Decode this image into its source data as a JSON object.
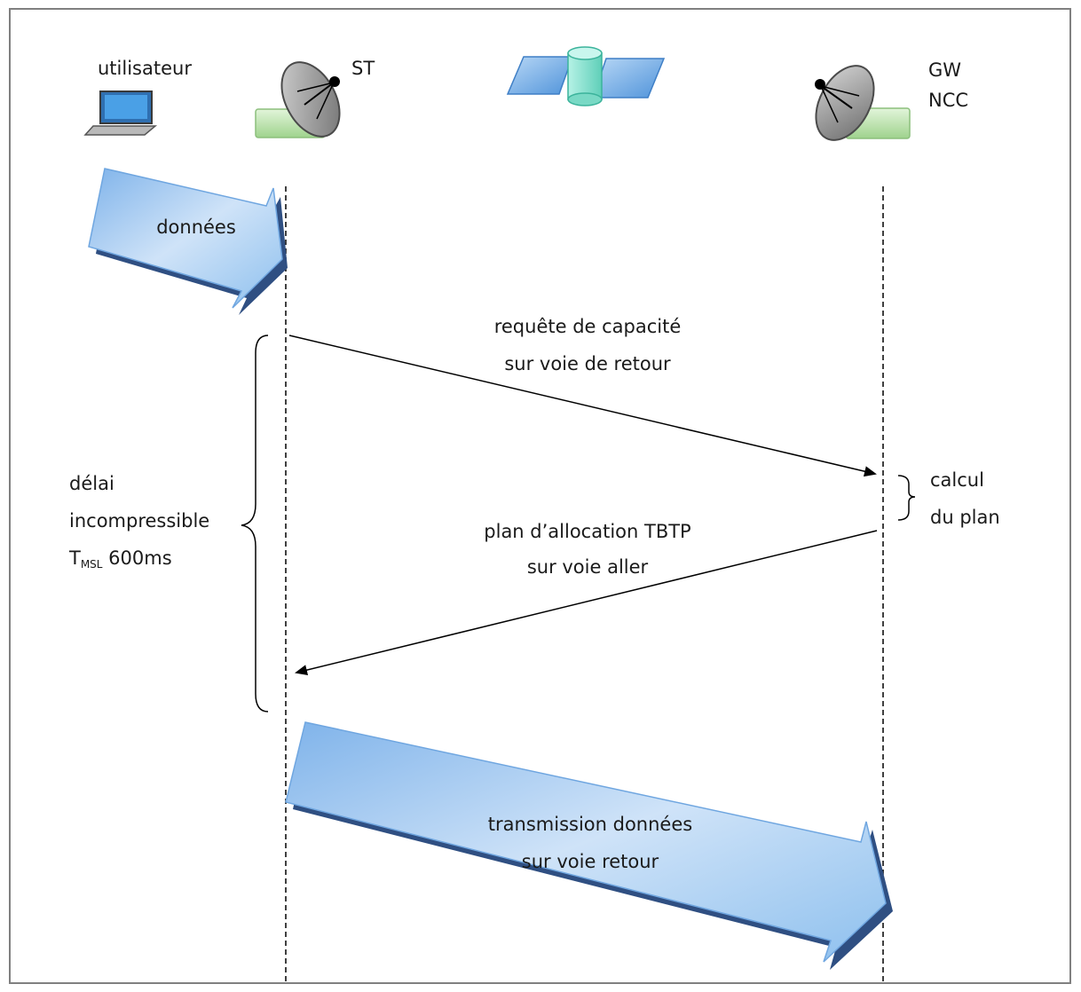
{
  "actors": {
    "user": "utilisateur",
    "st": "ST",
    "gw": "GW",
    "ncc": "NCC"
  },
  "arrows": {
    "data_in": "données",
    "request_line1": "requête de capacité",
    "request_line2": "sur voie de retour",
    "plan_line1": "plan d’allocation TBTP",
    "plan_line2": "sur voie aller",
    "transmission_line1": "transmission données",
    "transmission_line2": "sur voie retour"
  },
  "calc": {
    "line1": "calcul",
    "line2": "du plan"
  },
  "delay": {
    "line1": "délai",
    "line2": "incompressible",
    "t_symbol": "T",
    "t_subscript": "MSL",
    "t_value": " 600ms"
  },
  "colors": {
    "arrow_fill_light": "#dceaf9",
    "arrow_fill_dark": "#7fb3ea",
    "arrow_shadow": "#2f4f82",
    "laptop_screen": "#3d8fd8",
    "dish_gray": "#8a8a8a",
    "box_green": "#b6e3a8",
    "satellite_panel": "#6aa9e8",
    "satellite_body": "#8fe3d4"
  }
}
